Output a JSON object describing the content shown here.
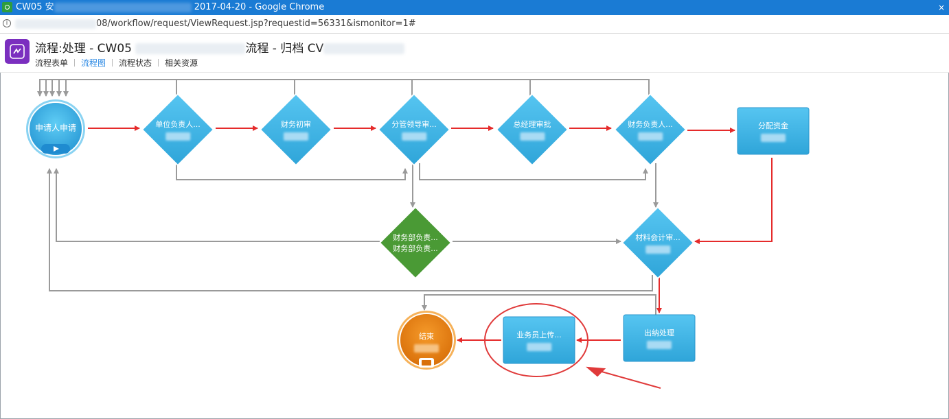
{
  "window": {
    "title_prefix": "CW05 安",
    "title_suffix": "2017-04-20 - Google Chrome",
    "close_glyph": "×"
  },
  "address": {
    "url_visible": "08/workflow/request/ViewRequest.jsp?requestid=56331&ismonitor=1#"
  },
  "page": {
    "title_start": "流程:处理 - CW05 ",
    "title_mid": "流程 - 归档 CV",
    "tabs": [
      {
        "label": "流程表单",
        "active": false
      },
      {
        "label": "流程图",
        "active": true
      },
      {
        "label": "流程状态",
        "active": false
      },
      {
        "label": "相关资源",
        "active": false
      }
    ]
  },
  "flow": {
    "colors": {
      "blue_node": "#3cb3e4",
      "green_node": "#4a9a35",
      "orange_node": "#e8830c",
      "red_arrow": "#e52b2b",
      "gray_line": "#9a9a9a",
      "highlight_circle": "#e03a3a"
    },
    "nodes": {
      "start": {
        "label": "申请人申请"
      },
      "n1": {
        "label": "单位负责人..."
      },
      "n2": {
        "label": "财务初审"
      },
      "n3": {
        "label": "分管领导审..."
      },
      "n4": {
        "label": "总经理审批"
      },
      "n5": {
        "label": "财务负责人..."
      },
      "n6": {
        "label": "分配资金"
      },
      "g1": {
        "label1": "财务部负责...",
        "label2": "财务部负责..."
      },
      "m1": {
        "label": "材料会计审..."
      },
      "c1": {
        "label": "出纳处理"
      },
      "u1": {
        "label": "业务员上传..."
      },
      "end": {
        "label": "结束"
      }
    }
  }
}
